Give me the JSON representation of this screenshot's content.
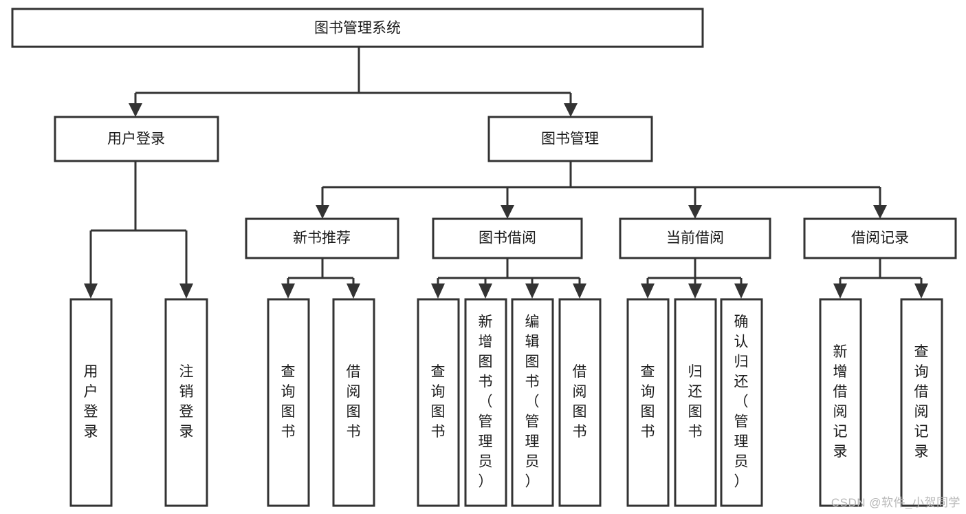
{
  "diagram": {
    "type": "tree-hierarchy",
    "title": "图书管理系统",
    "watermark": "CSDN @软件_小贺同学",
    "colors": {
      "box_stroke": "#333333",
      "box_fill": "#ffffff",
      "text": "#1a1a1a",
      "connector": "#333333",
      "watermark": "#b8b8b8",
      "background": "#ffffff"
    },
    "nodes": {
      "root": {
        "label": "图书管理系统",
        "level": 0,
        "orientation": "horizontal"
      },
      "level1": [
        {
          "id": "user-login",
          "label": "用户登录",
          "orientation": "horizontal"
        },
        {
          "id": "book-management",
          "label": "图书管理",
          "orientation": "horizontal"
        }
      ],
      "level2": [
        {
          "id": "new-book-recommend",
          "label": "新书推荐",
          "orientation": "horizontal",
          "parent": "book-management"
        },
        {
          "id": "book-borrow",
          "label": "图书借阅",
          "orientation": "horizontal",
          "parent": "book-management"
        },
        {
          "id": "current-borrow",
          "label": "当前借阅",
          "orientation": "horizontal",
          "parent": "book-management"
        },
        {
          "id": "borrow-record",
          "label": "借阅记录",
          "orientation": "horizontal",
          "parent": "book-management"
        }
      ],
      "leaves": [
        {
          "id": "leaf-user-login",
          "label": "用户登录",
          "orientation": "vertical",
          "parent": "user-login"
        },
        {
          "id": "leaf-user-logout",
          "label": "注销登录",
          "orientation": "vertical",
          "parent": "user-login"
        },
        {
          "id": "leaf-query-book-1",
          "label": "查询图书",
          "orientation": "vertical",
          "parent": "new-book-recommend"
        },
        {
          "id": "leaf-borrow-book-1",
          "label": "借阅图书",
          "orientation": "vertical",
          "parent": "new-book-recommend"
        },
        {
          "id": "leaf-query-book-2",
          "label": "查询图书",
          "orientation": "vertical",
          "parent": "book-borrow"
        },
        {
          "id": "leaf-add-book",
          "label": "新增图书（管理员）",
          "orientation": "vertical",
          "parent": "book-borrow"
        },
        {
          "id": "leaf-edit-book",
          "label": "编辑图书（管理员）",
          "orientation": "vertical",
          "parent": "book-borrow"
        },
        {
          "id": "leaf-borrow-book-2",
          "label": "借阅图书",
          "orientation": "vertical",
          "parent": "book-borrow"
        },
        {
          "id": "leaf-query-book-3",
          "label": "查询图书",
          "orientation": "vertical",
          "parent": "current-borrow"
        },
        {
          "id": "leaf-return-book",
          "label": "归还图书",
          "orientation": "vertical",
          "parent": "current-borrow"
        },
        {
          "id": "leaf-confirm-return",
          "label": "确认归还（管理员）",
          "orientation": "vertical",
          "parent": "current-borrow"
        },
        {
          "id": "leaf-add-record",
          "label": "新增借阅记录",
          "orientation": "vertical",
          "parent": "borrow-record"
        },
        {
          "id": "leaf-query-record",
          "label": "查询借阅记录",
          "orientation": "vertical",
          "parent": "borrow-record"
        }
      ]
    }
  }
}
